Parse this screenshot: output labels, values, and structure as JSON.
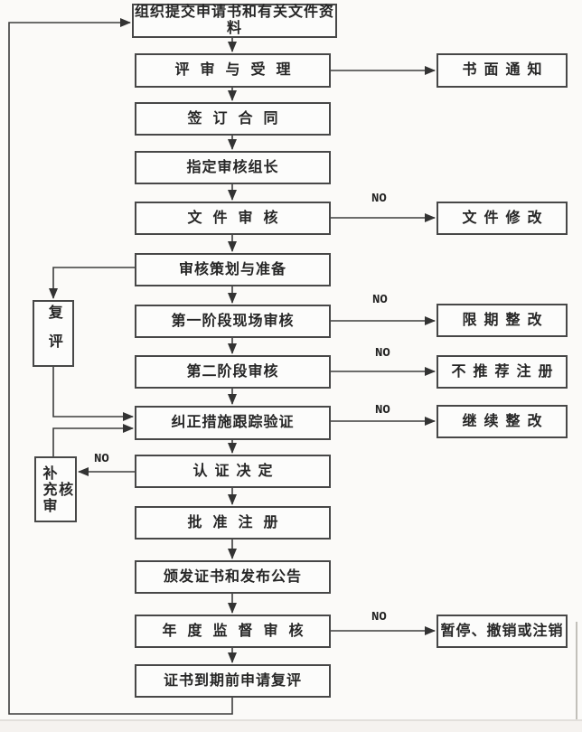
{
  "labels": {
    "no": "NO"
  },
  "colors": {
    "line": "#3c3c3c",
    "border": "#474747",
    "text": "#262626"
  },
  "nodes": {
    "main": [
      {
        "id": "s1",
        "label": "组织提交申请书和有关文件资料"
      },
      {
        "id": "s2",
        "label": "评审与受理"
      },
      {
        "id": "s3",
        "label": "签订合同"
      },
      {
        "id": "s4",
        "label": "指定审核组长"
      },
      {
        "id": "s5",
        "label": "文件审核"
      },
      {
        "id": "s6",
        "label": "审核策划与准备"
      },
      {
        "id": "s7",
        "label": "第一阶段现场审核"
      },
      {
        "id": "s8",
        "label": "第二阶段审核"
      },
      {
        "id": "s9",
        "label": "纠正措施跟踪验证"
      },
      {
        "id": "s10",
        "label": "认证决定"
      },
      {
        "id": "s11",
        "label": "批准注册"
      },
      {
        "id": "s12",
        "label": "颁发证书和发布公告"
      },
      {
        "id": "s13",
        "label": "年度监督审核"
      },
      {
        "id": "s14",
        "label": "证书到期前申请复评"
      }
    ],
    "side": [
      {
        "id": "r1",
        "label": "书面通知"
      },
      {
        "id": "r2",
        "label": "文件修改"
      },
      {
        "id": "r3",
        "label": "限期整改"
      },
      {
        "id": "r4",
        "label": "不推荐注册"
      },
      {
        "id": "r5",
        "label": "继续整改"
      },
      {
        "id": "r6",
        "label": "暂停、撤销或注销"
      }
    ],
    "left": [
      {
        "id": "l1",
        "label": "复评"
      },
      {
        "id": "l2",
        "label": "补充审核"
      }
    ]
  },
  "edges": [
    {
      "from": "s1",
      "to": "s2"
    },
    {
      "from": "s2",
      "to": "s3"
    },
    {
      "from": "s3",
      "to": "s4"
    },
    {
      "from": "s4",
      "to": "s5"
    },
    {
      "from": "s5",
      "to": "s6"
    },
    {
      "from": "s6",
      "to": "s7"
    },
    {
      "from": "s7",
      "to": "s8"
    },
    {
      "from": "s8",
      "to": "s9"
    },
    {
      "from": "s9",
      "to": "s10"
    },
    {
      "from": "s10",
      "to": "s11"
    },
    {
      "from": "s11",
      "to": "s12"
    },
    {
      "from": "s12",
      "to": "s13"
    },
    {
      "from": "s13",
      "to": "s14"
    },
    {
      "from": "s2",
      "to": "r1"
    },
    {
      "from": "s5",
      "to": "r2",
      "label": "NO"
    },
    {
      "from": "s7",
      "to": "r3",
      "label": "NO"
    },
    {
      "from": "s8",
      "to": "r4",
      "label": "NO"
    },
    {
      "from": "s9",
      "to": "r5",
      "label": "NO"
    },
    {
      "from": "s13",
      "to": "r6",
      "label": "NO"
    },
    {
      "from": "s6",
      "to": "l1"
    },
    {
      "from": "l1",
      "to": "s9"
    },
    {
      "from": "l2",
      "to": "s9"
    },
    {
      "from": "s10",
      "to": "l2",
      "label": "NO"
    },
    {
      "from": "s14",
      "to": "s1"
    }
  ]
}
